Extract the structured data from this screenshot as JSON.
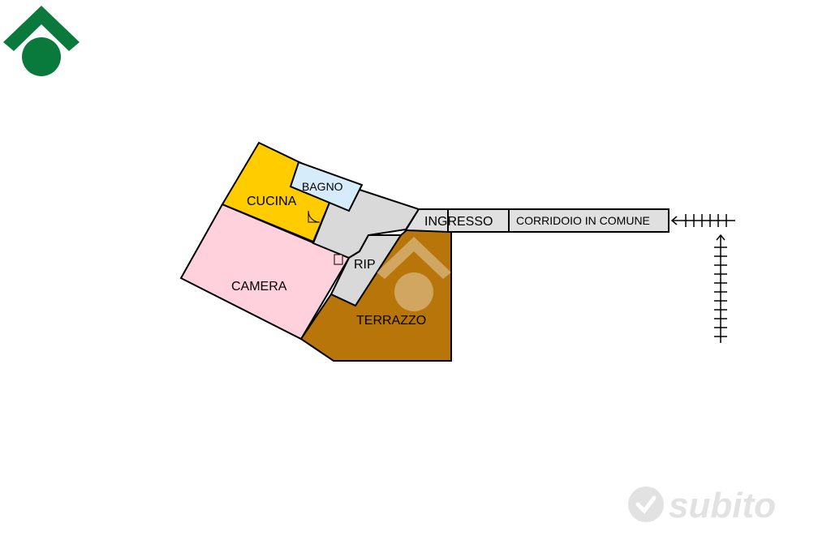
{
  "rooms": {
    "cucina": "CUCINA",
    "bagno": "BAGNO",
    "camera": "CAMERA",
    "rip": "RIP",
    "terrazzo": "TERRAZZO",
    "ingresso": "INGRESSO",
    "corridoio": "CORRIDOIO IN COMUNE"
  },
  "watermark": {
    "brand": "subito"
  },
  "colors": {
    "cucina": "#ffcc00",
    "bagno": "#d6ecfa",
    "camera": "#ffd1dc",
    "rip": "#d9d9d9",
    "terrazzo": "#b8760a",
    "ingresso": "#e0e0e0",
    "logo": "#0a7a3c",
    "outline": "#000000"
  },
  "icons": {
    "logo": "green-house-logo-icon",
    "entry_arrow": "entry-arrow-icon",
    "north_arrow": "vertical-arrow-icon",
    "watermark": "subito-watermark-icon"
  }
}
